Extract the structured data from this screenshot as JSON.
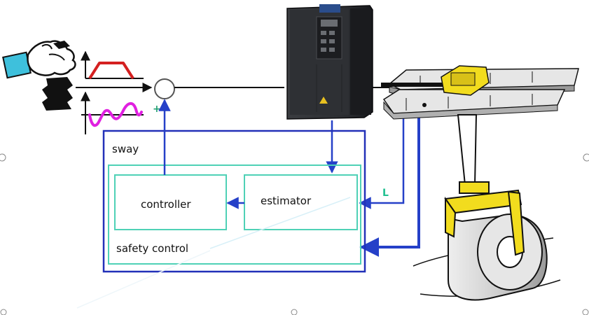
{
  "labels": {
    "sway": "sway",
    "controller": "controller",
    "estimator": "estimator",
    "safety_control": "safety control",
    "rope_length": "L",
    "plus_sign": "+"
  },
  "icons": [
    "hand-remote-icon",
    "ramp-profile-icon",
    "sway-wave-icon",
    "frequency-inverter-icon",
    "crane-trolley-icon",
    "coil-gripper-icon"
  ],
  "colors": {
    "outer_box": "#2230b8",
    "inner_box": "#4fd1b6",
    "signal_arrow": "#2540c8",
    "ramp_profile": "#d42020",
    "sway_wave": "#e020e0",
    "gripper": "#f2dc1e"
  }
}
